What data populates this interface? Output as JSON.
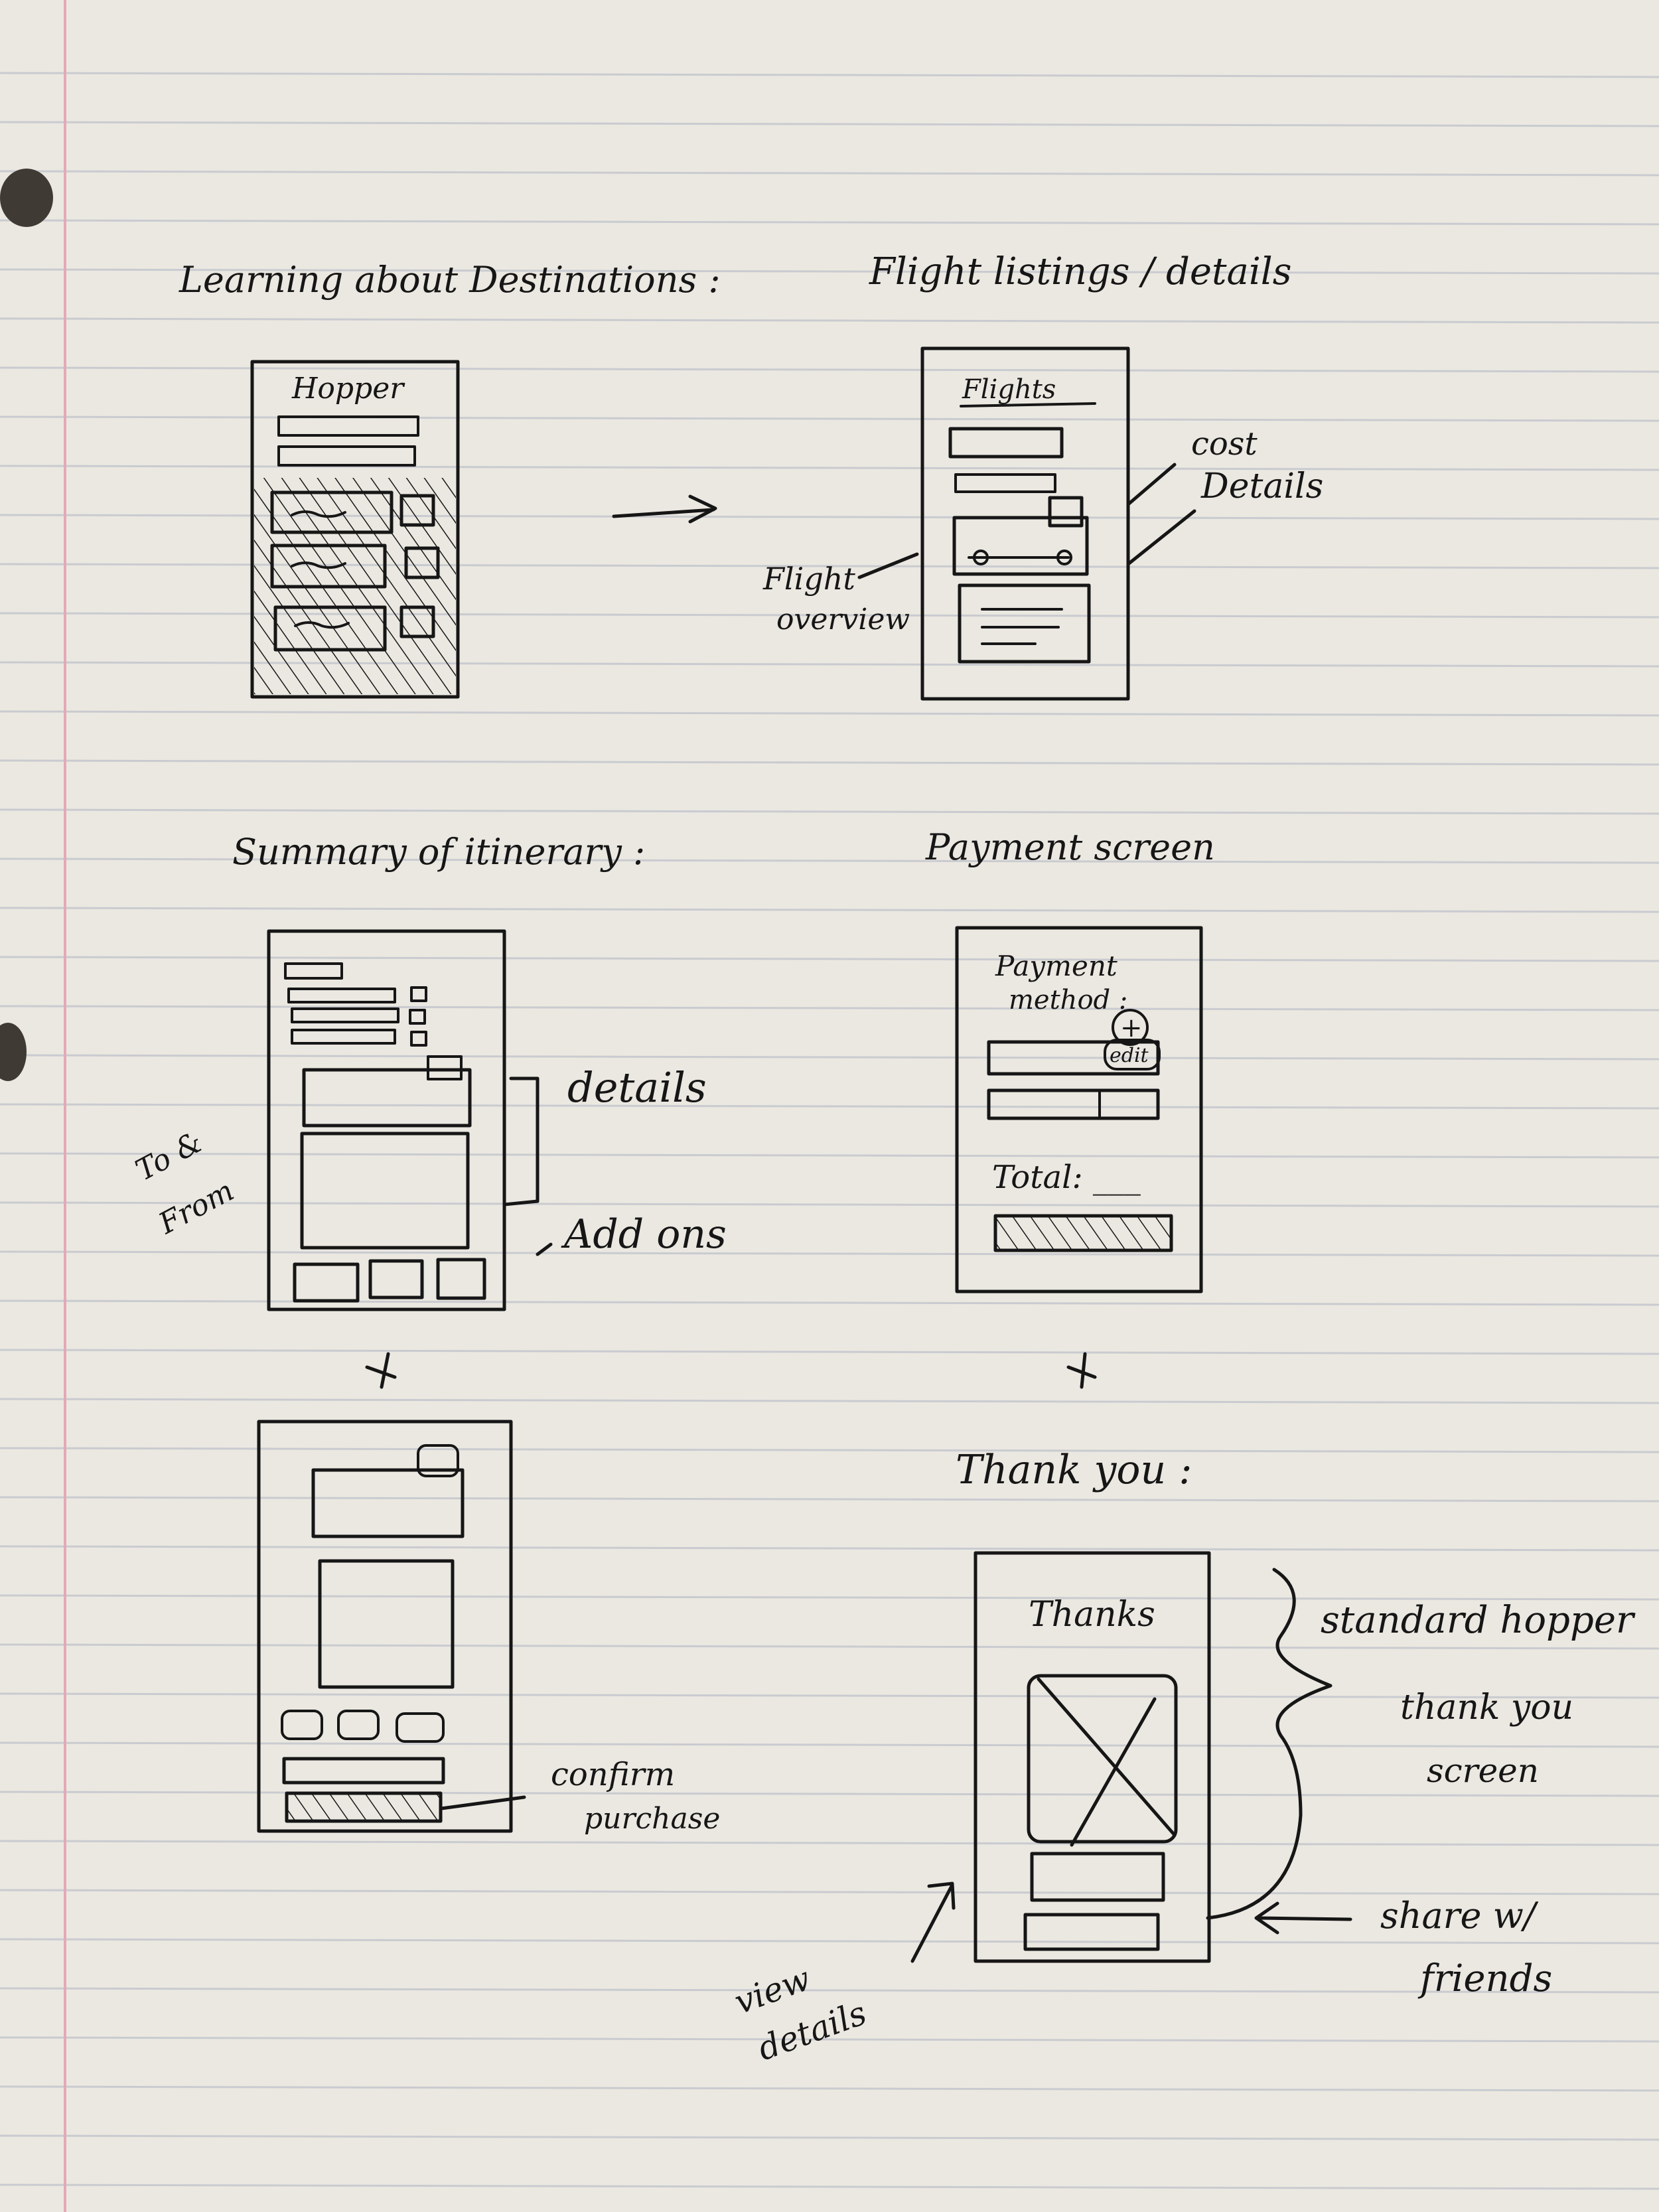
{
  "paper": {
    "ruled_line_color": "#c9cbd0",
    "margin_line_color": "#e3a9b6",
    "paper_color": "#ebe8e1",
    "ink_color": "#161616"
  },
  "sketches": {
    "learning": {
      "title": "Learning about Destinations :",
      "header_text": "Hopper"
    },
    "flights": {
      "title": "Flight listings / details",
      "header_text": "Flights",
      "note_cost": "cost",
      "note_details": "Details",
      "note_overview_1": "Flight",
      "note_overview_2": "overview"
    },
    "summary": {
      "title": "Summary of itinerary :",
      "note_details": "details",
      "note_addons": "Add ons",
      "note_tofrom_1": "To &",
      "note_tofrom_2": "From"
    },
    "payment": {
      "title": "Payment screen",
      "label_1": "Payment",
      "label_2": "method :",
      "plus_symbol": "+",
      "edit_text": "edit",
      "total_label": "Total: ___"
    },
    "confirm": {
      "note_1": "confirm",
      "note_2": "purchase"
    },
    "thanks": {
      "title": "Thank you :",
      "header_text": "Thanks",
      "note_standard_1": "standard hopper",
      "note_standard_2": "thank you",
      "note_standard_3": "screen",
      "note_share_1": "share w/",
      "note_share_2": "friends",
      "note_view_1": "view",
      "note_view_2": "details"
    }
  }
}
